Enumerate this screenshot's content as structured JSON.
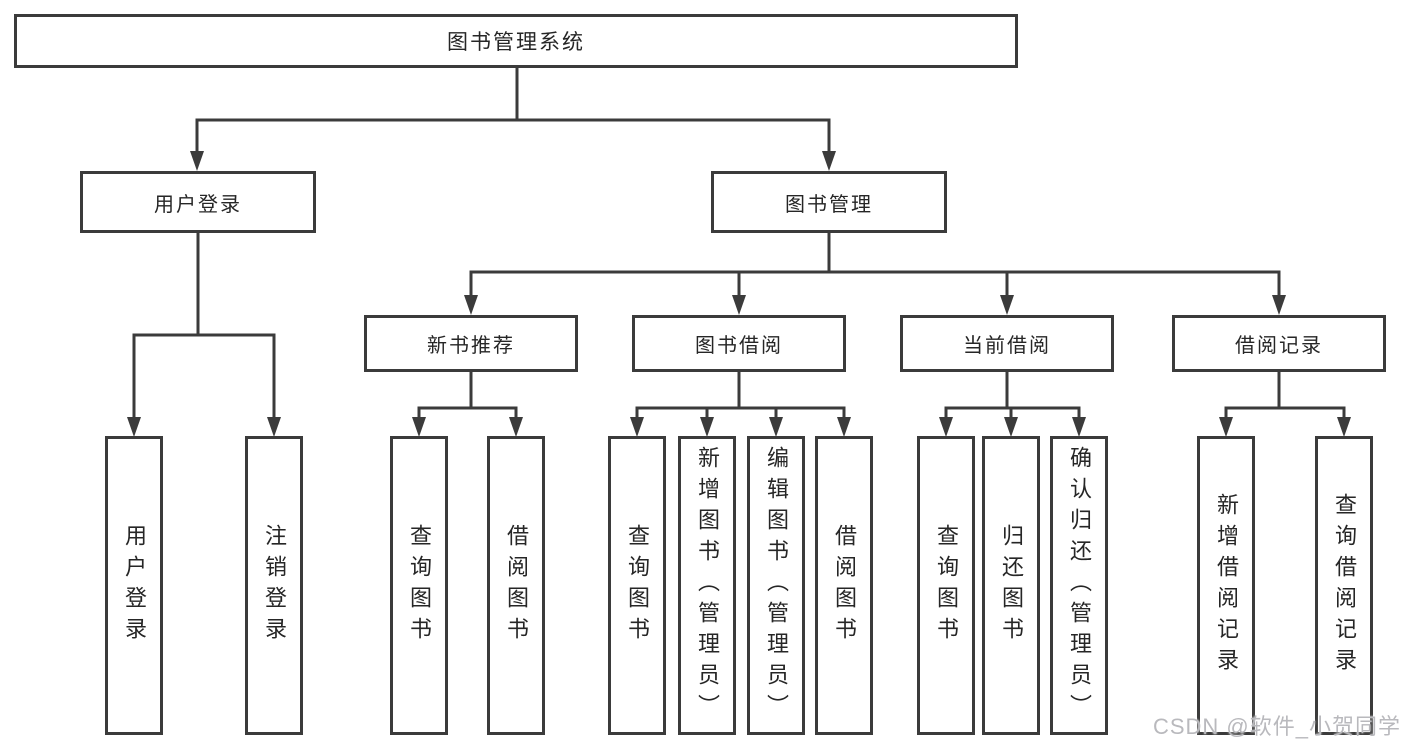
{
  "watermark": "CSDN @软件_小贺同学",
  "colors": {
    "line": "#3b3b3b",
    "box_border": "#3b3b3b",
    "text": "#262626",
    "background": "#ffffff",
    "watermark_text": "#b9b9bd"
  },
  "tree": {
    "root": {
      "label": "图书管理系统"
    },
    "user": {
      "label": "用户登录",
      "leaves": [
        {
          "label": "用户登录"
        },
        {
          "label": "注销登录"
        }
      ]
    },
    "book": {
      "label": "图书管理",
      "sections": [
        {
          "label": "新书推荐",
          "leaves": [
            {
              "label": "查询图书"
            },
            {
              "label": "借阅图书"
            }
          ]
        },
        {
          "label": "图书借阅",
          "leaves": [
            {
              "label": "查询图书"
            },
            {
              "label": "新增图书（管理员）"
            },
            {
              "label": "编辑图书（管理员）"
            },
            {
              "label": "借阅图书"
            }
          ]
        },
        {
          "label": "当前借阅",
          "leaves": [
            {
              "label": "查询图书"
            },
            {
              "label": "归还图书"
            },
            {
              "label": "确认归还（管理员）"
            }
          ]
        },
        {
          "label": "借阅记录",
          "leaves": [
            {
              "label": "新增借阅记录"
            },
            {
              "label": "查询借阅记录"
            }
          ]
        }
      ]
    }
  }
}
